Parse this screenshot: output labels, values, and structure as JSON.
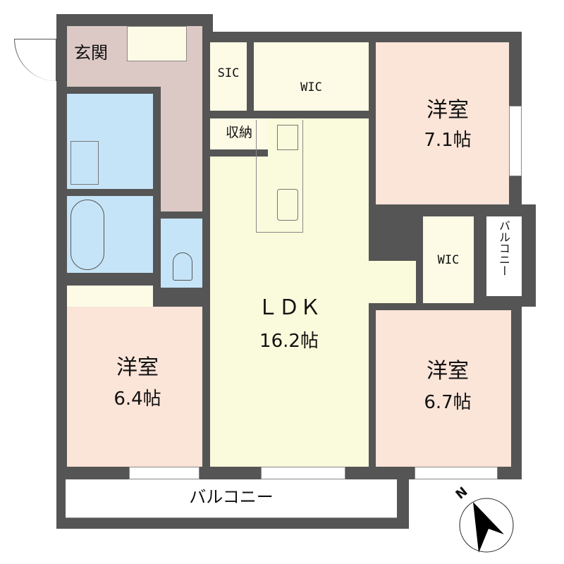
{
  "colors": {
    "wall": "#555555",
    "entrance": "#dcc8c4",
    "wet": "#c6e4f7",
    "ldk": "#fafadc",
    "room": "#fbe4d8",
    "closet": "#fdfbe6"
  },
  "rooms": {
    "genkan": "玄関",
    "sic": "SIC",
    "wic_top": "WIC",
    "shuno": "収納",
    "ldk": {
      "name": "ＬＤＫ",
      "size": "16.2帖"
    },
    "room_ne": {
      "name": "洋室",
      "size": "7.1帖"
    },
    "wic_right": "WIC",
    "balcony_small": "バルコニー",
    "room_se": {
      "name": "洋室",
      "size": "6.7帖"
    },
    "room_sw": {
      "name": "洋室",
      "size": "6.4帖"
    },
    "balcony": "バルコニー"
  },
  "compass": {
    "label": "N",
    "icon": "north-arrow-icon"
  }
}
